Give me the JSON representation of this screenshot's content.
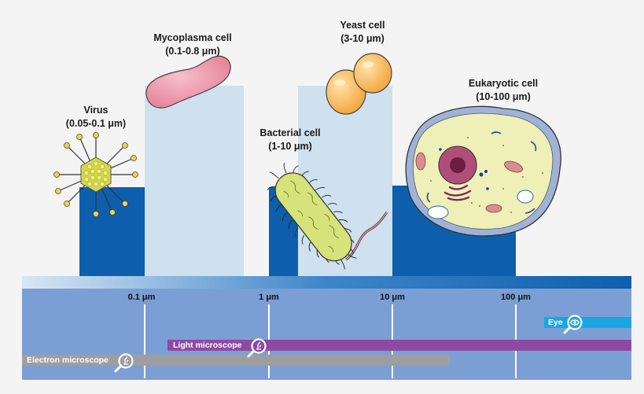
{
  "cells": [
    {
      "name": "Virus",
      "size": "(0.05-0.1 μm)"
    },
    {
      "name": "Mycoplasma cell",
      "size": "(0.1-0.8 μm)"
    },
    {
      "name": "Bacterial cell",
      "size": "(1-10 μm)"
    },
    {
      "name": "Yeast cell",
      "size": "(3-10 μm)"
    },
    {
      "name": "Eukaryotic cell",
      "size": "(10-100 μm)"
    }
  ],
  "scale": {
    "ticks": [
      "0.1 μm",
      "1 μm",
      "10 μm",
      "100 μm"
    ]
  },
  "instruments": [
    {
      "name": "Eye",
      "icon": "eye-icon",
      "color": "#1aa6e0"
    },
    {
      "name": "Light microscope",
      "icon": "microscope-icon",
      "color": "#8e4aa3"
    },
    {
      "name": "Electron microscope",
      "icon": "microscope-icon",
      "color": "#9e9e9e"
    }
  ],
  "colors": {
    "dark_blue": "#0d5fad",
    "light_blue": "#cfe0ef",
    "scale_band": "#7b9fd4"
  }
}
